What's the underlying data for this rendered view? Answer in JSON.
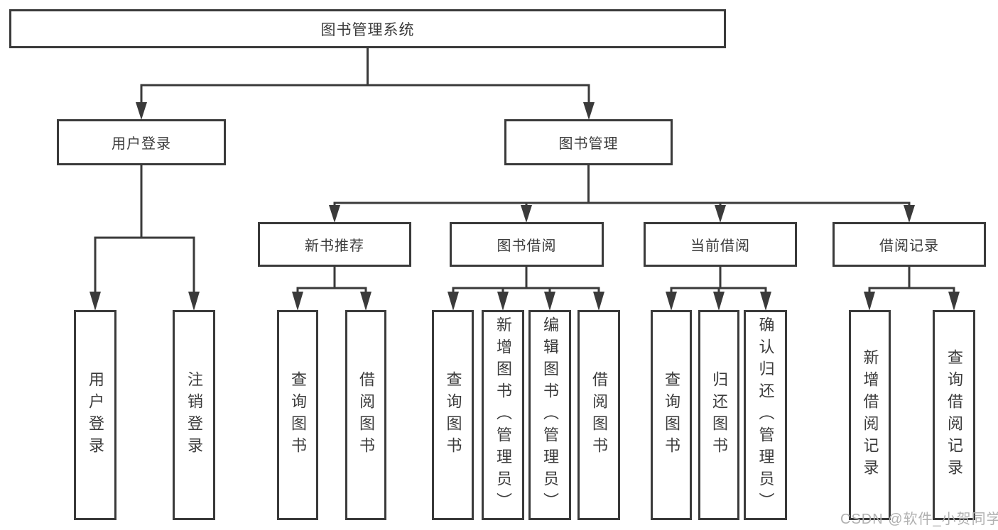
{
  "tree": {
    "label": "图书管理系统",
    "children": [
      {
        "label": "用户登录",
        "children": [
          {
            "label": "用户登录"
          },
          {
            "label": "注销登录"
          }
        ]
      },
      {
        "label": "图书管理",
        "children": [
          {
            "label": "新书推荐",
            "children": [
              {
                "label": "查询图书"
              },
              {
                "label": "借阅图书"
              }
            ]
          },
          {
            "label": "图书借阅",
            "children": [
              {
                "label": "查询图书"
              },
              {
                "label": "新增图书（管理员）"
              },
              {
                "label": "编辑图书（管理员）"
              },
              {
                "label": "借阅图书"
              }
            ]
          },
          {
            "label": "当前借阅",
            "children": [
              {
                "label": "查询图书"
              },
              {
                "label": "归还图书"
              },
              {
                "label": "确认归还（管理员）"
              }
            ]
          },
          {
            "label": "借阅记录",
            "children": [
              {
                "label": "新增借阅记录"
              },
              {
                "label": "查询借阅记录"
              }
            ]
          }
        ]
      }
    ]
  },
  "watermark": {
    "text": "CSDN @软件_小贺同学"
  },
  "colors": {
    "line": "#3a3a3a",
    "text": "#3b3b3b",
    "box_fill": "#ffffff",
    "watermark": "#b0b0b0"
  }
}
